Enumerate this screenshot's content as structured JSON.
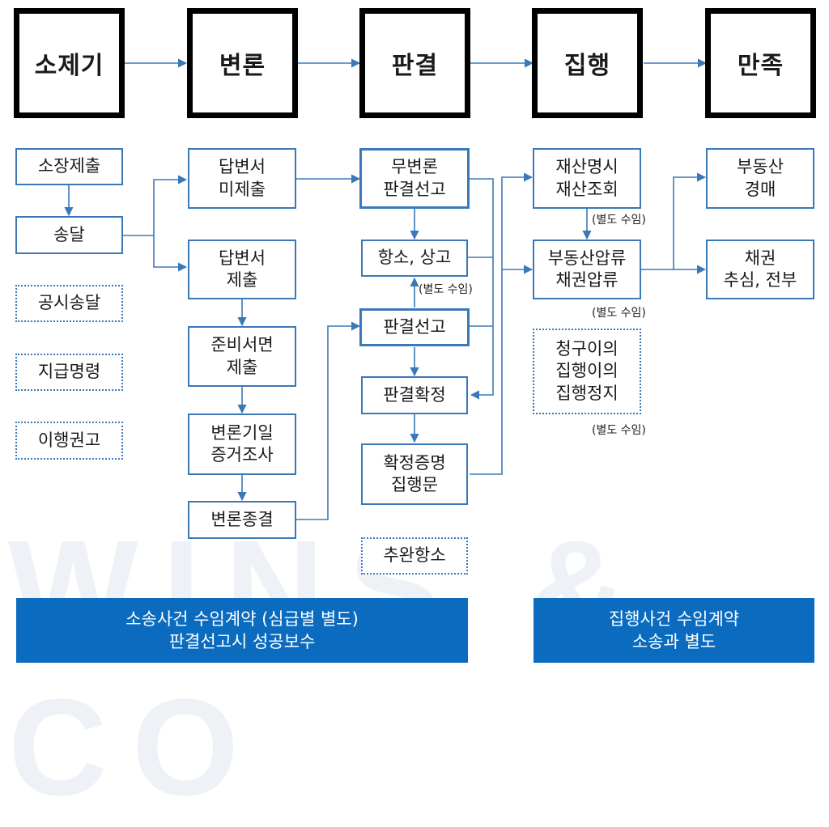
{
  "watermark": {
    "text": "WINS & CO"
  },
  "stages": [
    "소제기",
    "변론",
    "판결",
    "집행",
    "만족"
  ],
  "col1": {
    "filing": "소장제출",
    "service": "송달",
    "public_service": "공시송달",
    "payment_order": "지급명령",
    "recommendation": "이행권고"
  },
  "col2": {
    "no_answer": "답변서\n미제출",
    "answer": "답변서\n제출",
    "prep_docs": "준비서면\n제출",
    "hearing": "변론기일\n증거조사",
    "closing": "변론종결"
  },
  "col3": {
    "default_judgment": "무변론\n판결선고",
    "appeal": "항소, 상고",
    "appeal_note": "(별도 수임)",
    "judgment": "판결선고",
    "finalized": "판결확정",
    "certificate": "확정증명\n집행문",
    "late_appeal": "추완항소"
  },
  "col4": {
    "disclosure": "재산명시\n재산조회",
    "disclosure_note": "(별도 수임)",
    "seizure": "부동산압류\n채권압류",
    "seizure_note": "(별도 수임)",
    "objection": "청구이의\n집행이의\n집행정지",
    "objection_note": "(별도 수임)"
  },
  "col5": {
    "auction": "부동산\n경매",
    "collection": "채권\n추심, 전부"
  },
  "banners": {
    "litigation": "소송사건 수임계약 (심급별 별도)\n판결선고시 성공보수",
    "execution": "집행사건 수임계약\n소송과 별도"
  },
  "colors": {
    "accent": "#3b78b8",
    "banner": "#0a6bbf",
    "stage_border": "#000000"
  }
}
